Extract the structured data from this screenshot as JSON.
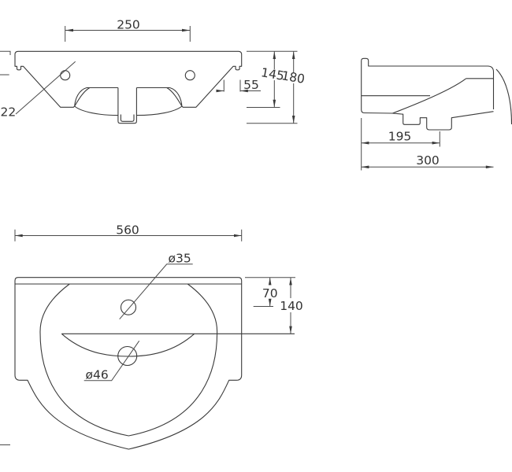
{
  "drawing_type": "washbasin technical drawing",
  "front_view": {
    "dim_hole_spacing": "250",
    "dim_hole_note": "22",
    "dim_side_offset": "55",
    "dim_height_inner": "145",
    "dim_height_overall": "180"
  },
  "side_view": {
    "dim_drain_center": "195",
    "dim_depth_overall": "300"
  },
  "plan_view": {
    "dim_width_overall": "560",
    "dim_tap_hole": "ø35",
    "dim_drain_hole": "ø46",
    "dim_tap_offset": "70",
    "dim_bowl_depth": "140"
  },
  "colors": {
    "line": "#3a3a3a",
    "background": "#ffffff"
  }
}
